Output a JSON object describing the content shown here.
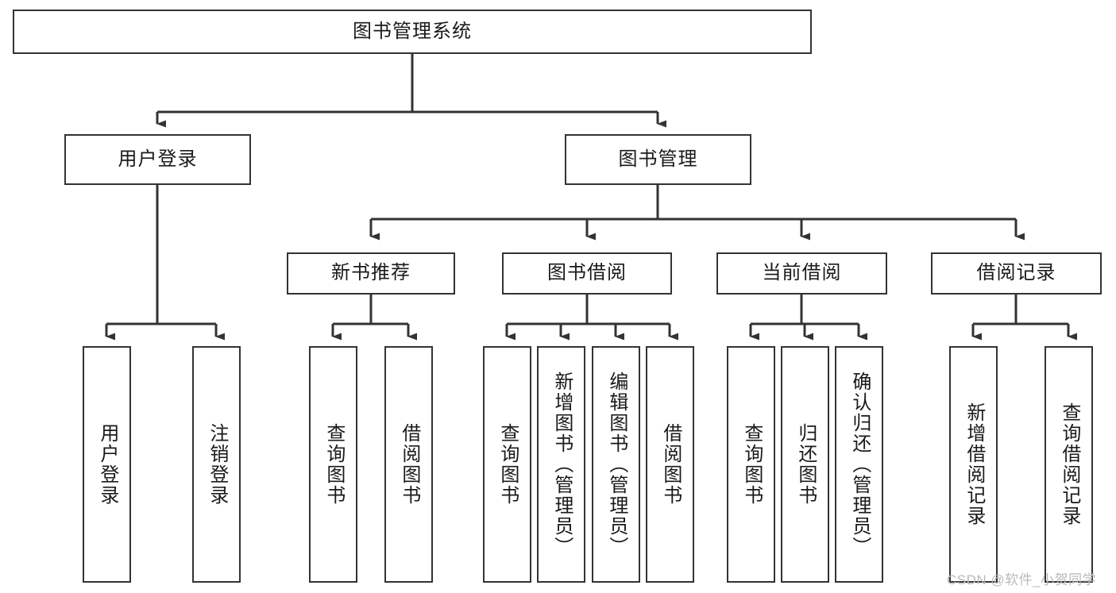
{
  "diagram": {
    "title_node": "图书管理系统",
    "level2": [
      {
        "id": "user-login",
        "label": "用户登录"
      },
      {
        "id": "book-manage",
        "label": "图书管理"
      }
    ],
    "level3": [
      {
        "id": "new-book-recommend",
        "label": "新书推荐"
      },
      {
        "id": "book-borrow",
        "label": "图书借阅"
      },
      {
        "id": "current-borrow",
        "label": "当前借阅"
      },
      {
        "id": "borrow-record",
        "label": "借阅记录"
      }
    ],
    "leaves": [
      {
        "id": "leaf-user-login",
        "label": "用户登录"
      },
      {
        "id": "leaf-logout-login",
        "label": "注销登录"
      },
      {
        "id": "leaf-query-book-1",
        "label": "查询图书"
      },
      {
        "id": "leaf-borrow-book-1",
        "label": "借阅图书"
      },
      {
        "id": "leaf-query-book-2",
        "label": "查询图书"
      },
      {
        "id": "leaf-add-book-admin",
        "label": "新增图书（管理员）"
      },
      {
        "id": "leaf-edit-book-admin",
        "label": "编辑图书（管理员）"
      },
      {
        "id": "leaf-borrow-book-2",
        "label": "借阅图书"
      },
      {
        "id": "leaf-query-book-3",
        "label": "查询图书"
      },
      {
        "id": "leaf-return-book",
        "label": "归还图书"
      },
      {
        "id": "leaf-confirm-return-admin",
        "label": "确认归还（管理员）"
      },
      {
        "id": "leaf-add-borrow-record",
        "label": "新增借阅记录"
      },
      {
        "id": "leaf-query-borrow-record",
        "label": "查询借阅记录"
      }
    ],
    "watermark": "CSDN @软件_小贺同学",
    "colors": {
      "stroke": "#333333",
      "text": "#1a1a1a",
      "background": "#ffffff",
      "watermark": "#b9b9b9"
    }
  }
}
